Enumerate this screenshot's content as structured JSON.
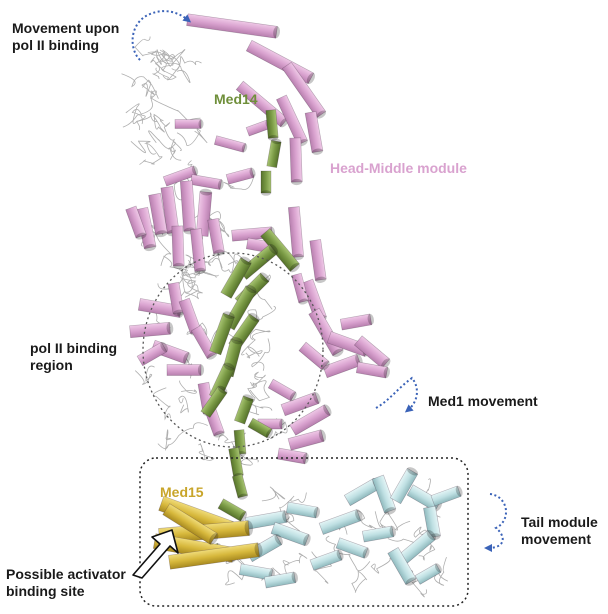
{
  "labels": {
    "movement_upon": [
      "Movement upon",
      "pol II binding"
    ],
    "med14": "Med14",
    "head_middle": "Head-Middle module",
    "pol_region": [
      "pol II binding",
      "region"
    ],
    "med1": "Med1 movement",
    "med15": "Med15",
    "tail": [
      "Tail module",
      "movement"
    ],
    "activator": [
      "Possible activator",
      "binding site"
    ]
  },
  "colors": {
    "head_middle": "#d9a2cf",
    "med14": "#7a9a45",
    "med15": "#d7b83c",
    "tail": "#bfe0e3",
    "arrows": "#3b63b8"
  },
  "icons": {
    "rotation_arrow": "curved-dotted-arrow-icon",
    "pointer": "hollow-arrow-icon"
  }
}
